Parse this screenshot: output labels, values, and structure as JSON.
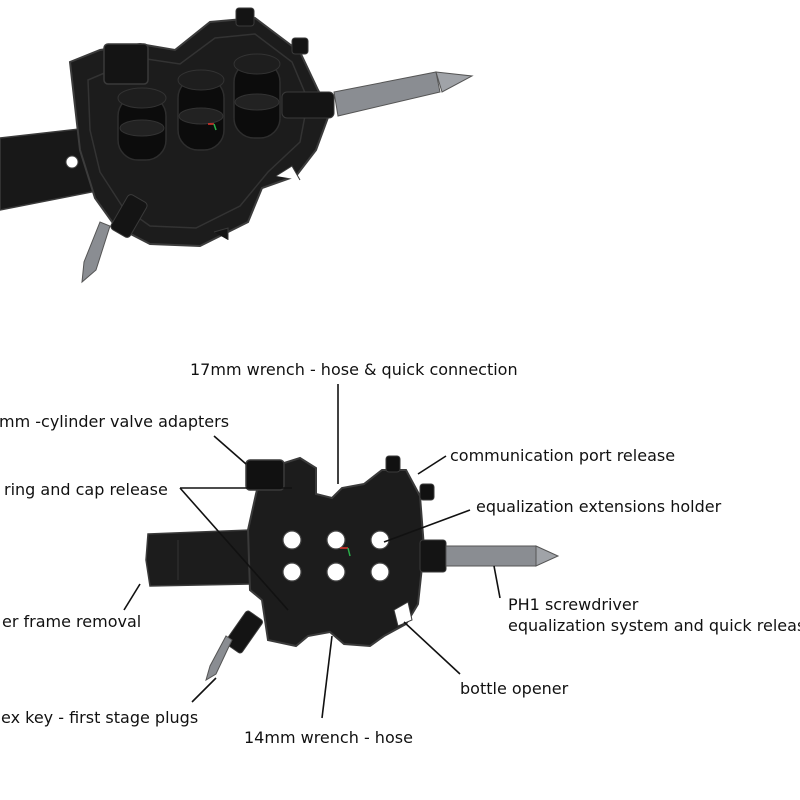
{
  "labels": {
    "wrench17": "17mm wrench - hose & quick connection",
    "cylinder_valve": "mm -cylinder valve adapters",
    "comm_port": "communication  port  release",
    "ring_cap": "ring and cap  release",
    "eq_holder": "equalization extensions holder",
    "frame_removal": "er frame removal",
    "ph1_line1": "PH1  screwdriver",
    "ph1_line2": "equalization system and quick release",
    "bottle": "bottle opener",
    "hex_key": "ex key - first stage plugs",
    "wrench14": "14mm wrench - hose"
  },
  "colors": {
    "tool_body": "#1c1c1c",
    "tool_dark": "#0a0a0a",
    "tool_highlight": "#3a3a3a",
    "bit_metal": "#8a8d92",
    "leader_line": "#111111"
  }
}
